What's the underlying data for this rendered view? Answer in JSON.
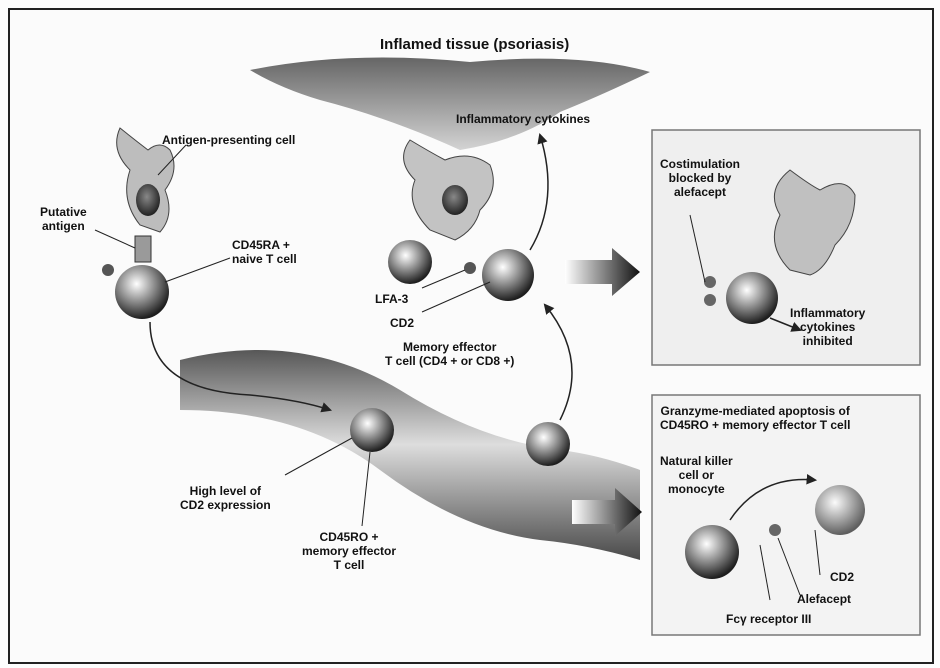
{
  "diagram": {
    "title": "Inflamed tissue (psoriasis)",
    "labels": {
      "antigen_presenting_cell": "Antigen-presenting cell",
      "putative_antigen": "Putative\nantigen",
      "cd45ra_naive": "CD45RA +\nnaive T cell",
      "inflammatory_cytokines": "Inflammatory cytokines",
      "lfa3": "LFA-3",
      "cd2_top": "CD2",
      "memory_effector": "Memory effector\nT cell (CD4 + or CD8 +)",
      "high_cd2": "High level of\nCD2 expression",
      "cd45ro_memory": "CD45RO +\nmemory effector\nT cell",
      "costimulation": "Costimulation\nblocked by\nalefacept",
      "inflammatory_inhibited": "Inflammatory\ncytokines\ninhibited",
      "granzyme": "Granzyme-mediated apoptosis of\nCD45RO + memory effector T cell",
      "nk_cell": "Natural killer\ncell or\nmonocyte",
      "cd2_bottom": "CD2",
      "alefacept": "Alefacept",
      "fc_receptor": "Fcγ receptor III"
    }
  }
}
